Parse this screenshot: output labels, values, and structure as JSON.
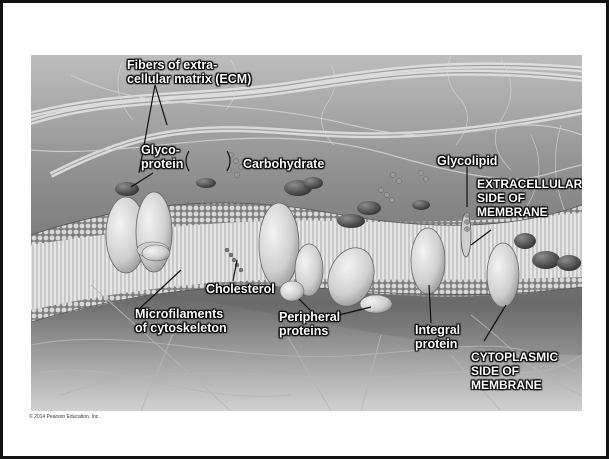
{
  "diagram": {
    "labels": {
      "ecm_fibers": "Fibers of extra-\ncellular matrix (ECM)",
      "glycoprotein": "Glyco-\nprotein",
      "carbohydrate": "Carbohydrate",
      "glycolipid": "Glycolipid",
      "extracellular_side": "EXTRACELLULAR\nSIDE OF\nMEMBRANE",
      "cholesterol": "Cholesterol",
      "microfilaments": "Microfilaments\nof cytoskeleton",
      "peripheral_proteins": "Peripheral\nproteins",
      "integral_protein": "Integral\nprotein",
      "cytoplasmic_side": "CYTOPLASMIC\nSIDE OF\nMEMBRANE"
    },
    "copyright": "© 2014 Pearson Education, Inc."
  }
}
